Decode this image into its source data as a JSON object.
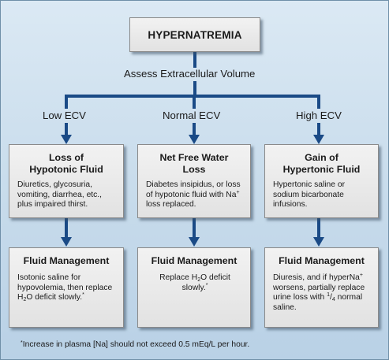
{
  "root": {
    "title": "HYPERNATREMIA"
  },
  "assess_label": "Assess Extracellular Volume",
  "branches": [
    {
      "ecv": "Low ECV",
      "cause_title": [
        "Loss of",
        "Hypotonic Fluid"
      ],
      "cause_text": "Diuretics, glycosuria, vomiting, diarrhea, etc., plus impaired thirst.",
      "mgmt_title": "Fluid Management",
      "mgmt_text_a": "Isotonic saline for hypovolemia, then replace H",
      "mgmt_sub": "2",
      "mgmt_text_b": "O deficit slowly.",
      "mgmt_sup": "*"
    },
    {
      "ecv": "Normal ECV",
      "cause_title": [
        "Net Free Water",
        "Loss"
      ],
      "cause_text_a": "Diabetes insipidus, or loss of hypotonic fluid with Na",
      "cause_sup": "+",
      "cause_text_b": " loss replaced.",
      "mgmt_title": "Fluid Management",
      "mgmt_text_a": "Replace H",
      "mgmt_sub": "2",
      "mgmt_text_b": "O deficit slowly.",
      "mgmt_sup": "*"
    },
    {
      "ecv": "High ECV",
      "cause_title": [
        "Gain of",
        "Hypertonic Fluid"
      ],
      "cause_text": "Hypertonic saline or sodium bicarbonate infusions.",
      "mgmt_title": "Fluid Management",
      "mgmt_text_a": "Diuresis, and if hyperNa",
      "mgmt_sup": "+",
      "mgmt_text_b": " worsens, partially replace urine loss with ",
      "mgmt_frac_num": "1",
      "mgmt_frac_sep": "/",
      "mgmt_frac_den": "4",
      "mgmt_text_c": " normal saline."
    }
  ],
  "footnote": {
    "mark": "*",
    "text": "Increase in plasma [Na] should not exceed 0.5 mEq/L per hour."
  },
  "colors": {
    "connector": "#1a4a86",
    "background": "#c7dbeb",
    "box": "#e8e8e8"
  }
}
